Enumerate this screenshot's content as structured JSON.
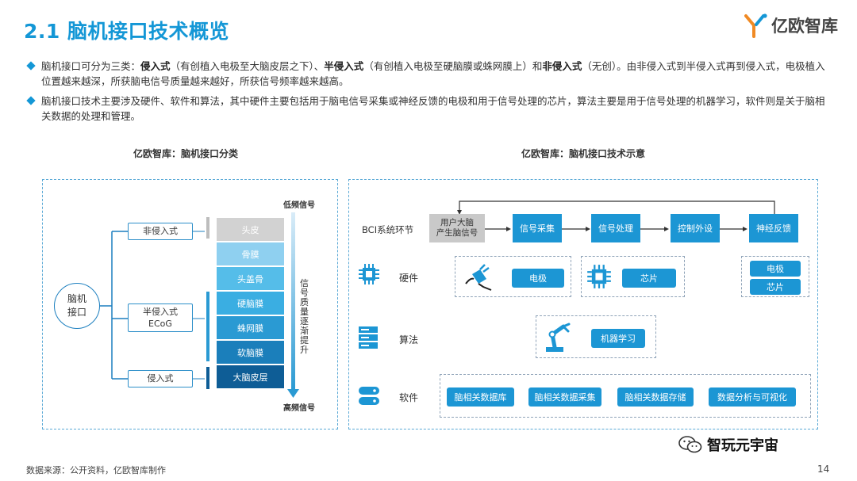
{
  "header": {
    "title": "2.1 脑机接口技术概览",
    "brand": "亿欧智库",
    "accent_color": "#1497d6"
  },
  "bullets": [
    {
      "parts": [
        {
          "text": "脑机接口可分为三类：",
          "bold": false
        },
        {
          "text": "侵入式",
          "bold": true
        },
        {
          "text": "（有创植入电极至大脑皮层之下）、",
          "bold": false
        },
        {
          "text": "半侵入式",
          "bold": true
        },
        {
          "text": "（有创植入电极至硬脑膜或蛛网膜上）和",
          "bold": false
        },
        {
          "text": "非侵入式",
          "bold": true
        },
        {
          "text": "（无创）。由非侵入式到半侵入式再到侵入式，电极植入位置越来越深，所获脑电信号质量越来越好，所获信号频率越来越高。",
          "bold": false
        }
      ]
    },
    {
      "parts": [
        {
          "text": "脑机接口技术主要涉及硬件、软件和算法，其中硬件主要包括用于脑电信号采集或神经反馈的电极和用于信号处理的芯片，算法主要是用于信号处理的机器学习，软件则是关于脑相关数据的处理和管理。",
          "bold": false
        }
      ]
    }
  ],
  "left_diagram": {
    "caption": "亿欧智库：脑机接口分类",
    "root": "脑机\n接口",
    "categories": [
      "非侵入式",
      "半侵入式\nECoG",
      "侵入式"
    ],
    "layers": [
      {
        "label": "头皮",
        "color": "#d2d2d2"
      },
      {
        "label": "骨膜",
        "color": "#8fd0f0"
      },
      {
        "label": "头盖骨",
        "color": "#55bde9"
      },
      {
        "label": "硬脑膜",
        "color": "#3aaee2"
      },
      {
        "label": "蛛网膜",
        "color": "#2a9ad3"
      },
      {
        "label": "软脑膜",
        "color": "#1b7fbb"
      },
      {
        "label": "大脑皮层",
        "color": "#0e5d96"
      }
    ],
    "low_label": "低频信号",
    "high_label": "高频信号",
    "arrow_text": "信号质量逐渐提升"
  },
  "right_diagram": {
    "caption": "亿欧智库：脑机接口技术示意",
    "bci_label": "BCI系统环节",
    "flow": [
      "用户大脑\n产生脑信号",
      "信号采集",
      "信号处理",
      "控制外设",
      "神经反馈"
    ],
    "rows": [
      {
        "label": "硬件",
        "icon": "chip-icon"
      },
      {
        "label": "算法",
        "icon": "server-icon"
      },
      {
        "label": "软件",
        "icon": "database-icon"
      }
    ],
    "hardware": {
      "electrode": "电极",
      "chip": "芯片",
      "side": [
        "电极",
        "芯片"
      ]
    },
    "algorithm": {
      "ml": "机器学习"
    },
    "software": [
      "脑相关数据库",
      "脑相关数据采集",
      "脑相关数据存储",
      "数据分析与可视化"
    ]
  },
  "footer": {
    "source": "数据来源：公开资料，亿欧智库制作",
    "page": "14",
    "wechat": "智玩元宇宙"
  }
}
